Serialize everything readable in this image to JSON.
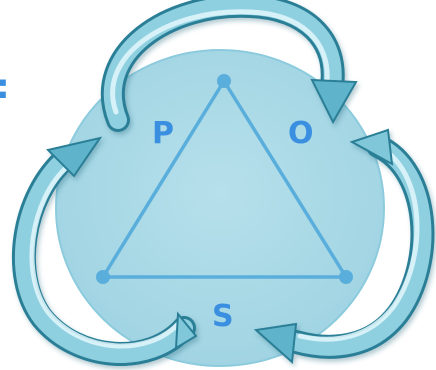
{
  "diagram": {
    "left_edge_text": ":",
    "vertices": [
      {
        "id": "top",
        "label": ""
      },
      {
        "id": "left",
        "label": ""
      },
      {
        "id": "right",
        "label": ""
      }
    ],
    "labels": {
      "p": "P",
      "o": "O",
      "s": "S"
    },
    "cycle_arrows": [
      {
        "name": "arrow-top",
        "from": "left",
        "to": "right"
      },
      {
        "name": "arrow-right",
        "from": "right",
        "to": "bottom"
      },
      {
        "name": "arrow-left",
        "from": "bottom",
        "to": "left"
      }
    ]
  },
  "colors": {
    "disc_fill": "#a9d9e6",
    "disc_stroke": "#8ccbdd",
    "triangle": "#5aaedc",
    "vertex_dot": "#5aaedc",
    "label": "#3a8fe0",
    "arrow_light": "#d6f2f8",
    "arrow_mid": "#7fc7d9",
    "arrow_dark": "#2f8aa3"
  }
}
